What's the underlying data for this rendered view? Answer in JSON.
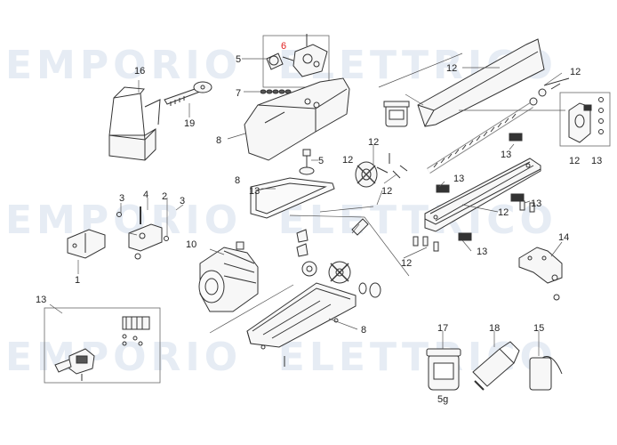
{
  "watermark": {
    "brand_left": "EMPORIO",
    "brand_right": "ELETTRICO",
    "color": "#e6ecf4"
  },
  "colors": {
    "line": "#333333",
    "highlight": "#e02020",
    "part_fill": "#f7f7f7"
  },
  "parts": {
    "p1": "1",
    "p2": "2",
    "p3a": "3",
    "p3b": "3",
    "p4": "4",
    "p5a": "5",
    "p5b": "5",
    "p6": "6",
    "p7": "7",
    "p8a": "8",
    "p8b": "8",
    "p8c": "8",
    "p10": "10",
    "p12a": "12",
    "p12b": "12",
    "p12c": "12",
    "p12d": "12",
    "p12e": "12",
    "p12f": "12",
    "p12g": "12",
    "p12h": "12",
    "p13a": "13",
    "p13b": "13",
    "p13c": "13",
    "p13d": "13",
    "p13e": "13",
    "p13f": "13",
    "p13g": "13",
    "p14": "14",
    "p15": "15",
    "p16": "16",
    "p17": "17",
    "p18": "18",
    "p19": "19"
  },
  "grease_weight": "5g"
}
